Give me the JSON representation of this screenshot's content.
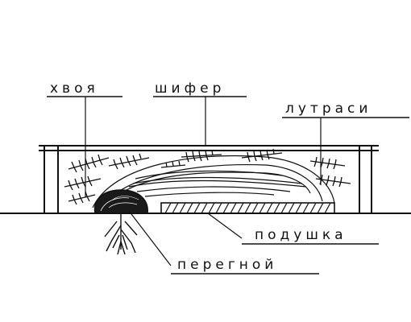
{
  "labels": {
    "needles": "хвоя",
    "slate": "шифер",
    "lutrasil": "лутраси",
    "cushion": "подушка",
    "humus": "перегной"
  }
}
